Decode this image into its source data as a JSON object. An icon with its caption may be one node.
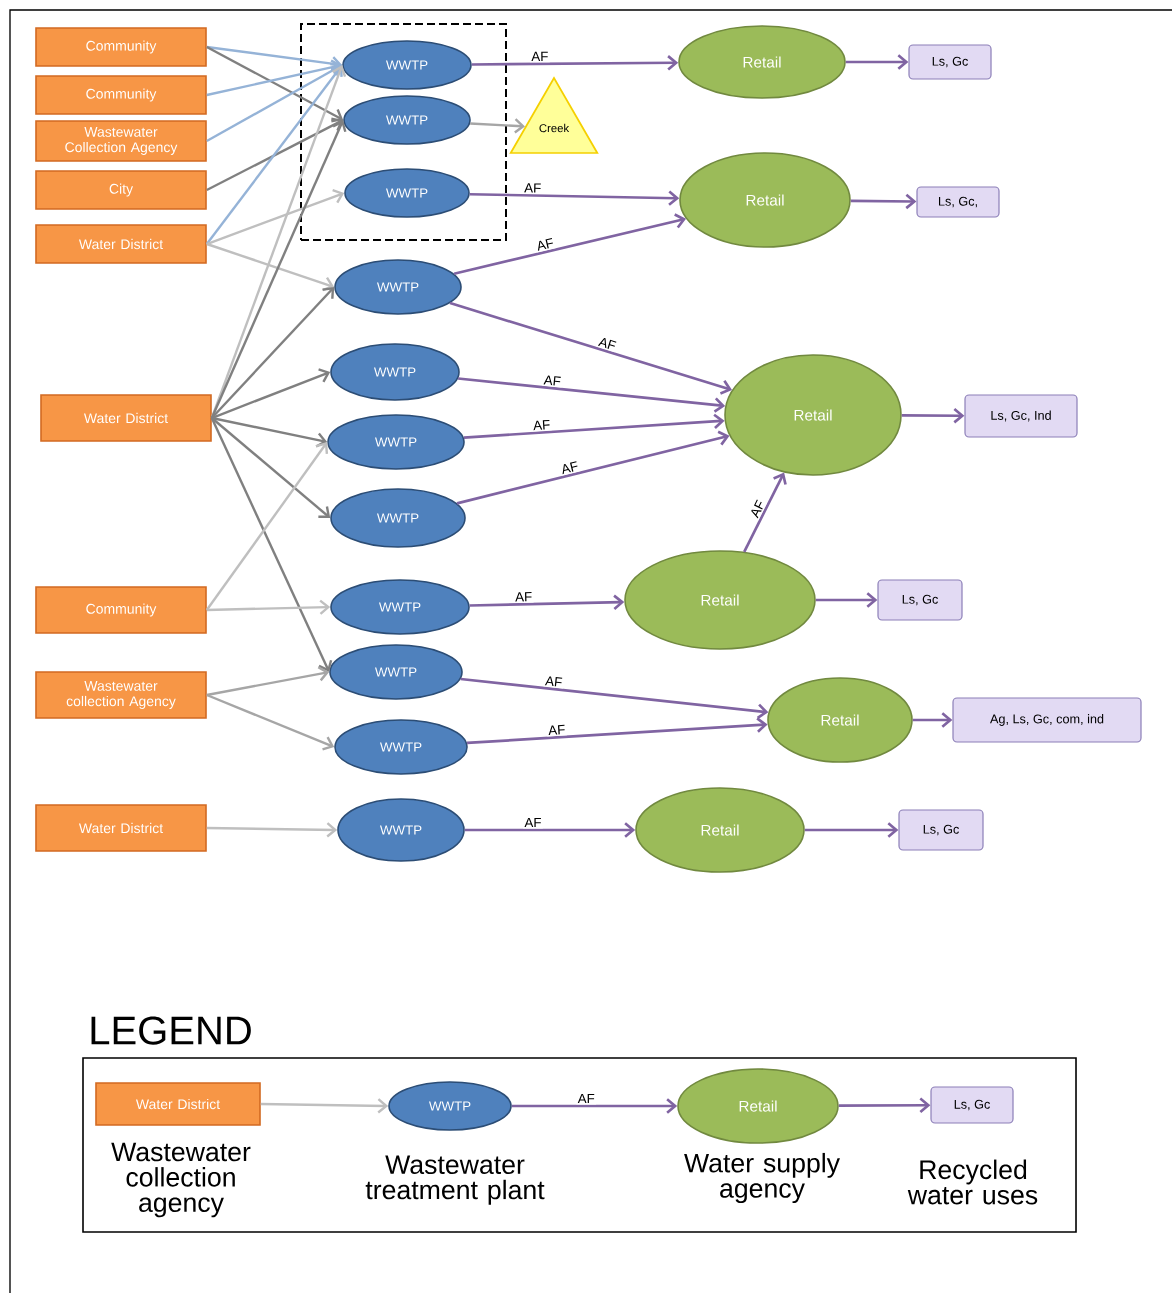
{
  "diagram": {
    "nodes": [
      {
        "text": [
          "Community"
        ]
      },
      {
        "text": [
          "Community"
        ]
      },
      {
        "text": [
          "Wastewater Collection Agency"
        ]
      },
      {
        "text": [
          "City"
        ]
      },
      {
        "text": [
          "Water District"
        ]
      },
      {
        "text": [
          "Water District"
        ]
      },
      {
        "text": [
          "Community"
        ]
      },
      {
        "text": [
          "Wastewater collection Agency"
        ]
      },
      {
        "text": [
          "Water District"
        ]
      },
      {
        "text": [],
        "shape": "box"
      },
      {
        "text": [
          "WWTP"
        ],
        "in": 9
      },
      {
        "text": [
          "WWTP"
        ],
        "in": 9
      },
      {
        "text": [
          "WWTP"
        ],
        "in": 9
      },
      {
        "text": [
          "WWTP"
        ]
      },
      {
        "text": [
          "WWTP"
        ]
      },
      {
        "text": [
          "WWTP"
        ]
      },
      {
        "text": [
          "WWTP"
        ]
      },
      {
        "text": [
          "WWTP"
        ]
      },
      {
        "text": [
          "WWTP"
        ]
      },
      {
        "text": [
          "WWTP"
        ]
      },
      {
        "text": [
          "WWTP"
        ]
      },
      {
        "text": [
          "Creek"
        ]
      },
      {
        "text": [
          "Retail"
        ]
      },
      {
        "text": [
          "Retail"
        ]
      },
      {
        "text": [
          "Retail"
        ]
      },
      {
        "text": [
          "Retail"
        ]
      },
      {
        "text": [
          "Retail"
        ]
      },
      {
        "text": [
          "Retail"
        ]
      },
      {
        "text": [
          "Ls, Gc"
        ]
      },
      {
        "text": [
          "Ls, Gc,"
        ]
      },
      {
        "text": [
          "Ls, Gc, Ind"
        ]
      },
      {
        "text": [
          "Ls, Gc"
        ]
      },
      {
        "text": [
          "Ag, Ls, Gc, com, ind"
        ]
      },
      {
        "text": [
          "Ls, Gc"
        ]
      },
      {
        "text": [
          "LEGEND"
        ]
      },
      {
        "text": [
          "Water District"
        ],
        "in": 34,
        "beside": [
          "Wastewater collection agency"
        ]
      },
      {
        "text": [
          "WWTP"
        ],
        "in": 34,
        "beside": [
          "Wastewater treatment plant"
        ]
      },
      {
        "text": [
          "Retail"
        ],
        "in": 34,
        "beside": [
          "Water supply agency"
        ]
      },
      {
        "text": [
          "Ls, Gc"
        ],
        "in": 34,
        "beside": [
          "Recycled water uses"
        ]
      }
    ],
    "edges": [
      {
        "from": 0,
        "to": 10,
        "arrow": "to",
        "color": "#95b3d7"
      },
      {
        "from": 0,
        "to": 11,
        "arrow": "to",
        "color": "#808080"
      },
      {
        "from": 1,
        "to": 10,
        "arrow": "to",
        "color": "#95b3d7"
      },
      {
        "from": 2,
        "to": 10,
        "arrow": "to",
        "color": "#95b3d7"
      },
      {
        "from": 3,
        "to": 11,
        "arrow": "to",
        "color": "#808080"
      },
      {
        "from": 4,
        "to": 10,
        "arrow": "to",
        "color": "#95b3d7"
      },
      {
        "from": 4,
        "to": 12,
        "arrow": "to",
        "color": "#bfbfbf"
      },
      {
        "from": 4,
        "to": 13,
        "arrow": "to",
        "color": "#bfbfbf"
      },
      {
        "from": 5,
        "to": 10,
        "arrow": "to",
        "color": "#bfbfbf"
      },
      {
        "from": 5,
        "to": 11,
        "arrow": "to",
        "color": "#808080"
      },
      {
        "from": 5,
        "to": 13,
        "arrow": "to",
        "color": "#808080"
      },
      {
        "from": 5,
        "to": 14,
        "arrow": "to",
        "color": "#808080"
      },
      {
        "from": 5,
        "to": 15,
        "arrow": "to",
        "color": "#808080"
      },
      {
        "from": 5,
        "to": 16,
        "arrow": "to",
        "color": "#808080"
      },
      {
        "from": 5,
        "to": 18,
        "arrow": "to",
        "color": "#808080"
      },
      {
        "from": 6,
        "to": 15,
        "arrow": "to",
        "color": "#bfbfbf"
      },
      {
        "from": 6,
        "to": 17,
        "arrow": "to",
        "color": "#bfbfbf"
      },
      {
        "from": 7,
        "to": 18,
        "arrow": "to",
        "color": "#a6a6a6"
      },
      {
        "from": 7,
        "to": 19,
        "arrow": "to",
        "color": "#a6a6a6"
      },
      {
        "from": 8,
        "to": 20,
        "arrow": "to",
        "color": "#bfbfbf"
      },
      {
        "from": 10,
        "to": 22,
        "arrow": "to",
        "label": "AF"
      },
      {
        "from": 11,
        "to": 21,
        "arrow": "to",
        "color": "#a6a6a6"
      },
      {
        "from": 12,
        "to": 23,
        "arrow": "to",
        "label": "AF"
      },
      {
        "from": 13,
        "to": 23,
        "arrow": "to",
        "label": "AF"
      },
      {
        "from": 13,
        "to": 24,
        "arrow": "to",
        "label": "AF"
      },
      {
        "from": 14,
        "to": 24,
        "arrow": "to",
        "label": "AF"
      },
      {
        "from": 15,
        "to": 24,
        "arrow": "to",
        "label": "AF"
      },
      {
        "from": 16,
        "to": 24,
        "arrow": "to",
        "label": "AF"
      },
      {
        "from": 17,
        "to": 25,
        "arrow": "to",
        "label": "AF"
      },
      {
        "from": 25,
        "to": 24,
        "arrow": "to",
        "label": "AF"
      },
      {
        "from": 18,
        "to": 26,
        "arrow": "to",
        "label": "AF"
      },
      {
        "from": 19,
        "to": 26,
        "arrow": "to",
        "label": "AF"
      },
      {
        "from": 20,
        "to": 27,
        "arrow": "to",
        "label": "AF"
      },
      {
        "from": 22,
        "to": 28,
        "arrow": "to"
      },
      {
        "from": 23,
        "to": 29,
        "arrow": "to"
      },
      {
        "from": 24,
        "to": 30,
        "arrow": "to"
      },
      {
        "from": 25,
        "to": 31,
        "arrow": "to"
      },
      {
        "from": 26,
        "to": 32,
        "arrow": "to"
      },
      {
        "from": 27,
        "to": 33,
        "arrow": "to"
      },
      {
        "from": 35,
        "to": 36,
        "arrow": "to",
        "color": "#bfbfbf"
      },
      {
        "from": 36,
        "to": 37,
        "arrow": "to",
        "label": "AF"
      },
      {
        "from": 37,
        "to": 38,
        "arrow": "to"
      }
    ]
  }
}
